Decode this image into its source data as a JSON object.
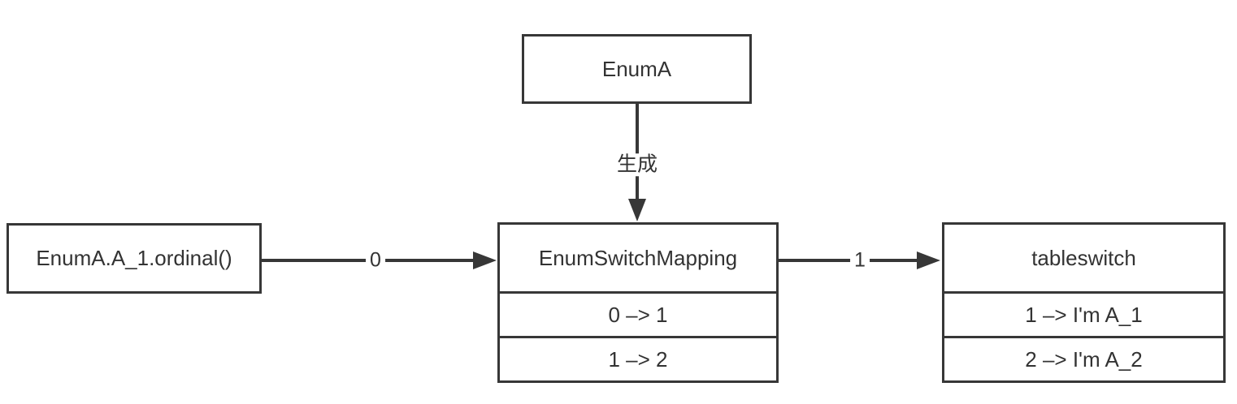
{
  "diagram": {
    "colors": {
      "stroke": "#373737",
      "text": "#333333",
      "background": "#ffffff"
    },
    "nodes": {
      "enum_a": {
        "label": "EnumA"
      },
      "ordinal_call": {
        "label": "EnumA.A_1.ordinal()"
      },
      "enum_switch_mapping": {
        "title": "EnumSwitchMapping",
        "rows": [
          "0 –> 1",
          "1 –> 2"
        ]
      },
      "tableswitch": {
        "title": "tableswitch",
        "rows": [
          "1 –> I'm A_1",
          "2 –> I'm A_2"
        ]
      }
    },
    "edges": {
      "generate": {
        "label": "生成",
        "from": "EnumA",
        "to": "EnumSwitchMapping"
      },
      "ordinal_to_mapping": {
        "label": "0",
        "from": "EnumA.A_1.ordinal()",
        "to": "EnumSwitchMapping"
      },
      "mapping_to_tableswitch": {
        "label": "1",
        "from": "EnumSwitchMapping",
        "to": "tableswitch"
      }
    }
  }
}
